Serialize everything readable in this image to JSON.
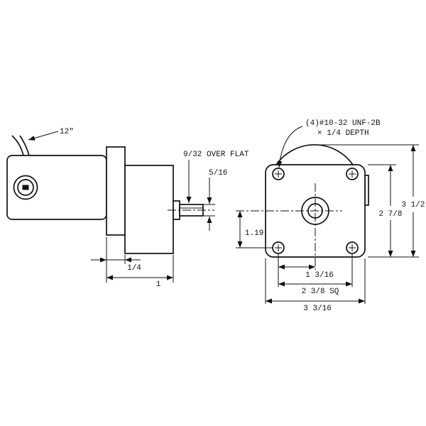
{
  "drawing": {
    "type": "mechanical-dimension-drawing",
    "subject": "gear-motor-two-view",
    "background": "#ffffff",
    "line_color": "#111111"
  },
  "labels": {
    "wire_length": "12\"",
    "over_flat": "9/32 OVER FLAT",
    "shaft_diameter": "5/16",
    "flange_thickness": "1/4",
    "housing_depth": "1",
    "tap_note_line1": "(4)#10-32 UNF-2B",
    "tap_note_line2": "× 1/4 DEPTH",
    "center_to_hole_vertical": "1.19",
    "face_height": "2 7/8",
    "overall_height": "3 1/2",
    "center_to_hole_horizontal": "1 3/16",
    "bolt_square": "2 3/8 SQ",
    "overall_width": "3 3/16"
  }
}
